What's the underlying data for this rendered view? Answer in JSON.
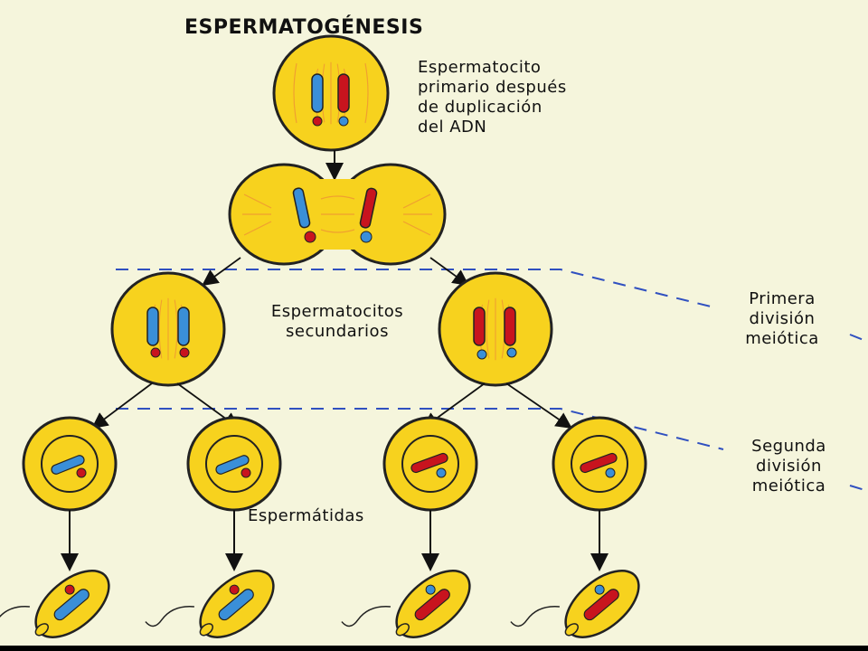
{
  "title": "ESPERMATOGÉNESIS",
  "labels": {
    "primary": [
      "Espermatocito",
      "primario después",
      "de duplicación",
      "del ADN"
    ],
    "secondary": [
      "Espermatocitos",
      "secundarios"
    ],
    "first_division": [
      "Primera",
      "división",
      "meiótica"
    ],
    "second_division": [
      "Segunda",
      "división",
      "meiótica"
    ],
    "spermatids": "Espermátidas"
  },
  "colors": {
    "background": "#f5f5dc",
    "cell_fill": "#f7d21e",
    "cell_outline": "#222222",
    "spindle": "#f0a030",
    "blue_chromosome": "#3a8fd8",
    "red_chromosome": "#c8141e",
    "division_line": "#3050c0"
  }
}
